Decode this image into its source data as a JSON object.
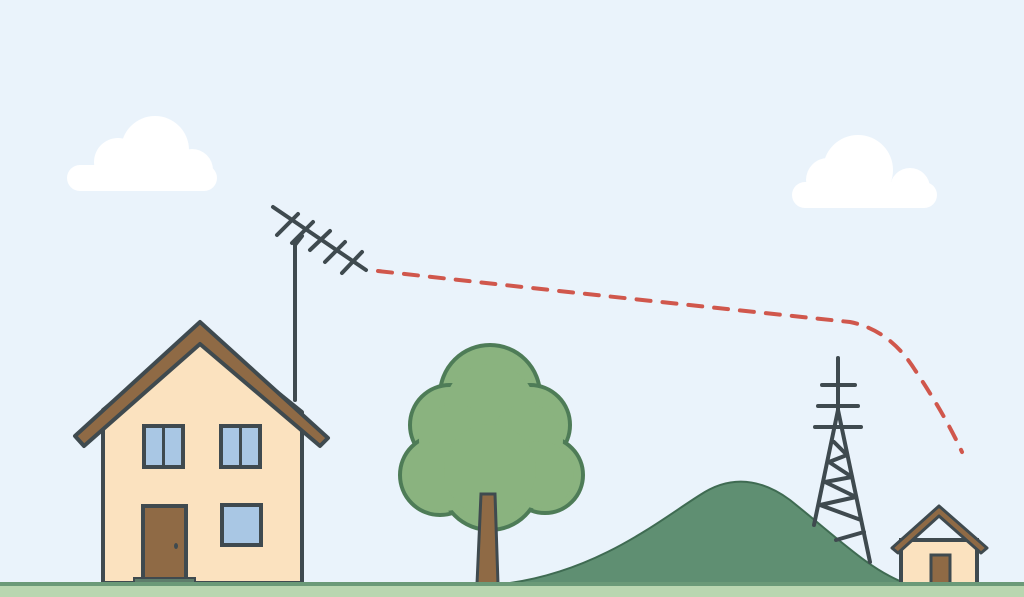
{
  "scene": {
    "description_elements": [
      "house-with-antenna",
      "tree",
      "hill",
      "transmission-tower",
      "small-house",
      "clouds",
      "signal-path"
    ],
    "colors": {
      "sky": "#eaf3fb",
      "outline": "#3f4a4f",
      "roof": "#8f6a45",
      "wall": "#fbe2bf",
      "window": "#a9c7e4",
      "door": "#8f6a45",
      "tree_canopy": "#8ab37f",
      "tree_outline": "#4e7c57",
      "hill": "#5f8f72",
      "ground": "#b9d6b0",
      "ground_line": "#6b9a78",
      "signal": "#d0574c",
      "cloud": "#ffffff"
    }
  }
}
